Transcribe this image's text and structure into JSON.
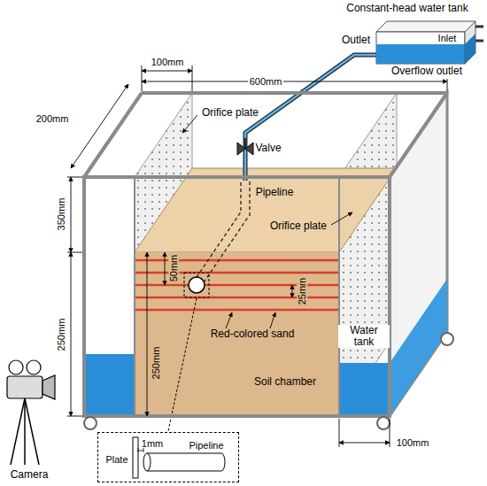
{
  "diagram": {
    "nodes": [
      {
        "text": [
          "Plate",
          "1mm",
          "Pipeline"
        ]
      }
    ],
    "labels": [
      "Constant-head water tank",
      "Outlet",
      "Inlet",
      "Overflow outlet",
      "100mm",
      "200mm",
      "600mm",
      "100mm",
      "350mm",
      "250mm",
      "Orifice plate",
      "Orifice plate",
      "Red-colored sand",
      "Pipeline",
      "Valve",
      "50mm",
      "250mm",
      "25mm",
      "Soil chamber",
      "Water tank",
      "Camera"
    ]
  }
}
